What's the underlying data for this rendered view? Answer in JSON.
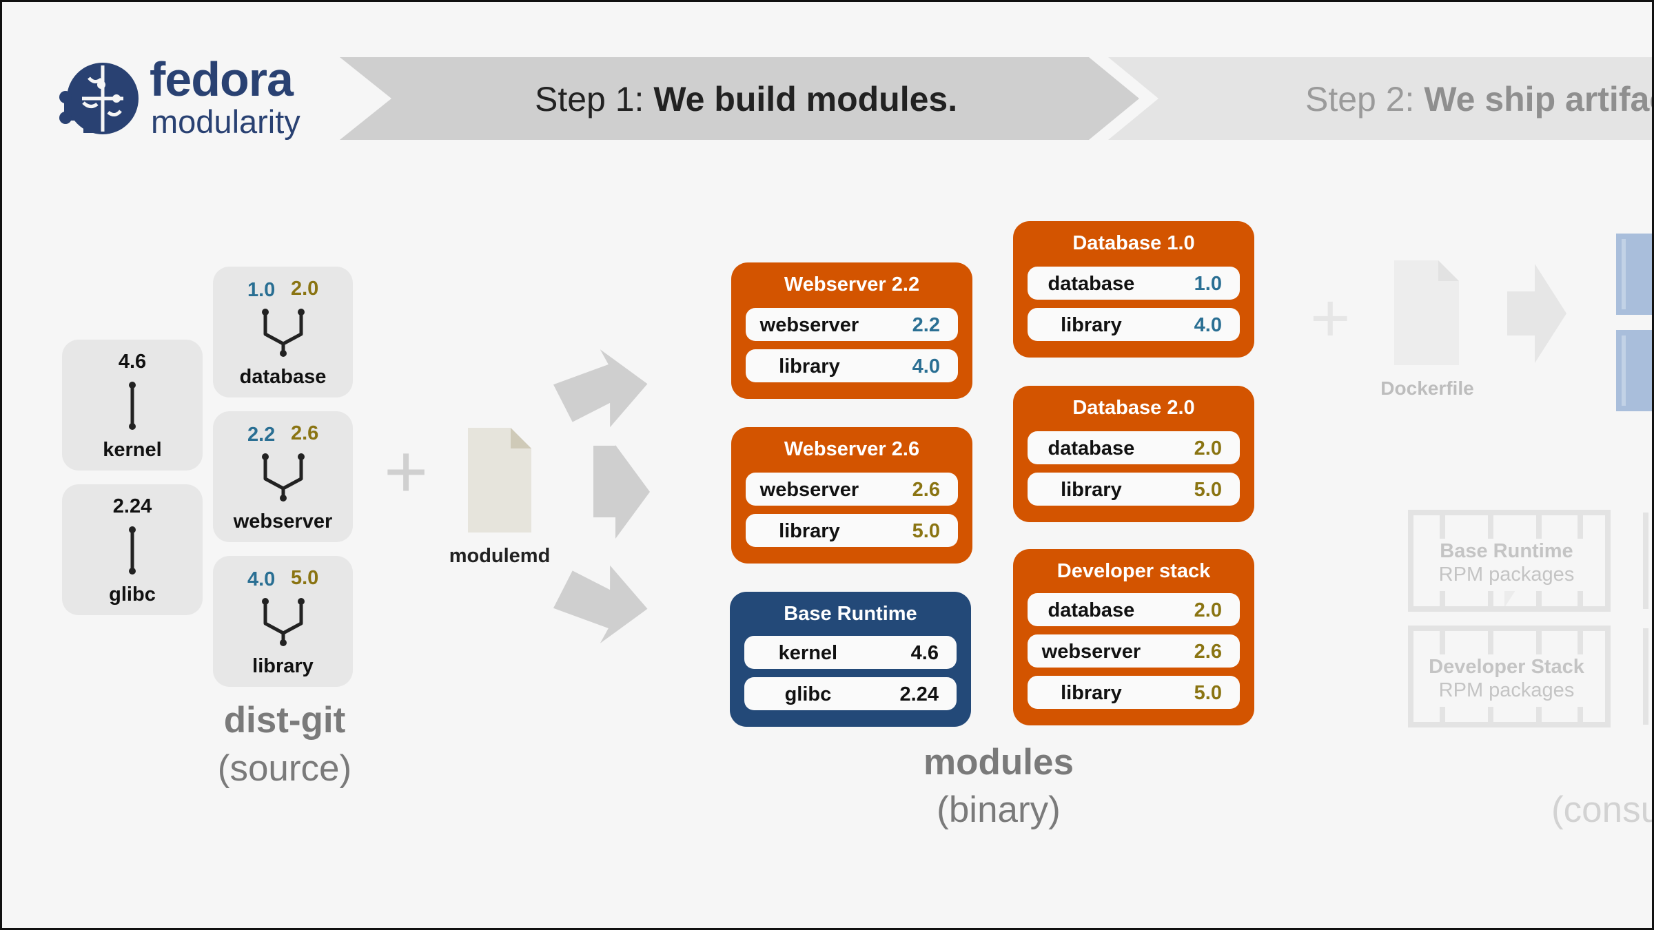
{
  "logo": {
    "word1": "fedora",
    "word2": "modularity"
  },
  "steps": {
    "step1": {
      "prefix": "Step 1: ",
      "bold": "We build modules."
    },
    "step2": {
      "prefix": "Step 2: ",
      "bold": "We ship artifac"
    }
  },
  "dist_git": {
    "title": "dist-git",
    "subtitle": "(source)",
    "single": [
      {
        "name": "kernel",
        "version": "4.6"
      },
      {
        "name": "glibc",
        "version": "2.24"
      }
    ],
    "branched": [
      {
        "name": "database",
        "v1": "1.0",
        "v2": "2.0"
      },
      {
        "name": "webserver",
        "v1": "2.2",
        "v2": "2.6"
      },
      {
        "name": "library",
        "v1": "4.0",
        "v2": "5.0"
      }
    ]
  },
  "plus_symbol": "+",
  "modulemd_label": "modulemd",
  "modules": {
    "title": "modules",
    "subtitle": "(binary)",
    "ws22": {
      "title": "Webserver 2.2",
      "rows": [
        {
          "name": "webserver",
          "version": "2.2"
        },
        {
          "name": "library",
          "version": "4.0"
        }
      ]
    },
    "ws26": {
      "title": "Webserver 2.6",
      "rows": [
        {
          "name": "webserver",
          "version": "2.6"
        },
        {
          "name": "library",
          "version": "5.0"
        }
      ]
    },
    "base": {
      "title": "Base Runtime",
      "rows": [
        {
          "name": "kernel",
          "version": "4.6"
        },
        {
          "name": "glibc",
          "version": "2.24"
        }
      ]
    },
    "db10": {
      "title": "Database 1.0",
      "rows": [
        {
          "name": "database",
          "version": "1.0"
        },
        {
          "name": "library",
          "version": "4.0"
        }
      ]
    },
    "db20": {
      "title": "Database 2.0",
      "rows": [
        {
          "name": "database",
          "version": "2.0"
        },
        {
          "name": "library",
          "version": "5.0"
        }
      ]
    },
    "dev": {
      "title": "Developer stack",
      "rows": [
        {
          "name": "database",
          "version": "2.0"
        },
        {
          "name": "webserver",
          "version": "2.6"
        },
        {
          "name": "library",
          "version": "5.0"
        }
      ]
    }
  },
  "artifacts": {
    "dockerfile_label": "Dockerfile",
    "rpm1": {
      "title": "Base Runtime",
      "sub": "RPM packages"
    },
    "rpm2": {
      "title": "Developer Stack",
      "sub": "RPM packages"
    },
    "consumer_partial": "(consu"
  },
  "colors": {
    "fedora_blue": "#294172",
    "module_orange": "#d35400",
    "module_navy": "#234978",
    "version_blue": "#2a6f93",
    "version_gold": "#8a7412"
  }
}
